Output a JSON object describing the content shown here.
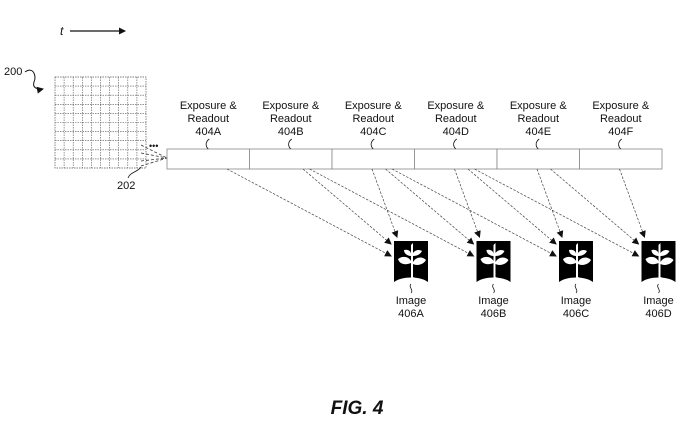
{
  "time_axis": {
    "label": "t"
  },
  "sensor": {
    "ref": "200",
    "pixel_ref": "202",
    "ellipsis": "•••"
  },
  "exposures": [
    {
      "line1": "Exposure &",
      "line2": "Readout",
      "ref": "404A"
    },
    {
      "line1": "Exposure &",
      "line2": "Readout",
      "ref": "404B"
    },
    {
      "line1": "Exposure &",
      "line2": "Readout",
      "ref": "404C"
    },
    {
      "line1": "Exposure &",
      "line2": "Readout",
      "ref": "404D"
    },
    {
      "line1": "Exposure &",
      "line2": "Readout",
      "ref": "404E"
    },
    {
      "line1": "Exposure &",
      "line2": "Readout",
      "ref": "404F"
    }
  ],
  "images": [
    {
      "label": "Image",
      "ref": "406A",
      "icon": "plant-icon"
    },
    {
      "label": "Image",
      "ref": "406B",
      "icon": "plant-icon"
    },
    {
      "label": "Image",
      "ref": "406C",
      "icon": "plant-icon"
    },
    {
      "label": "Image",
      "ref": "406D",
      "icon": "plant-icon"
    }
  ],
  "figure_label": "FIG. 4"
}
